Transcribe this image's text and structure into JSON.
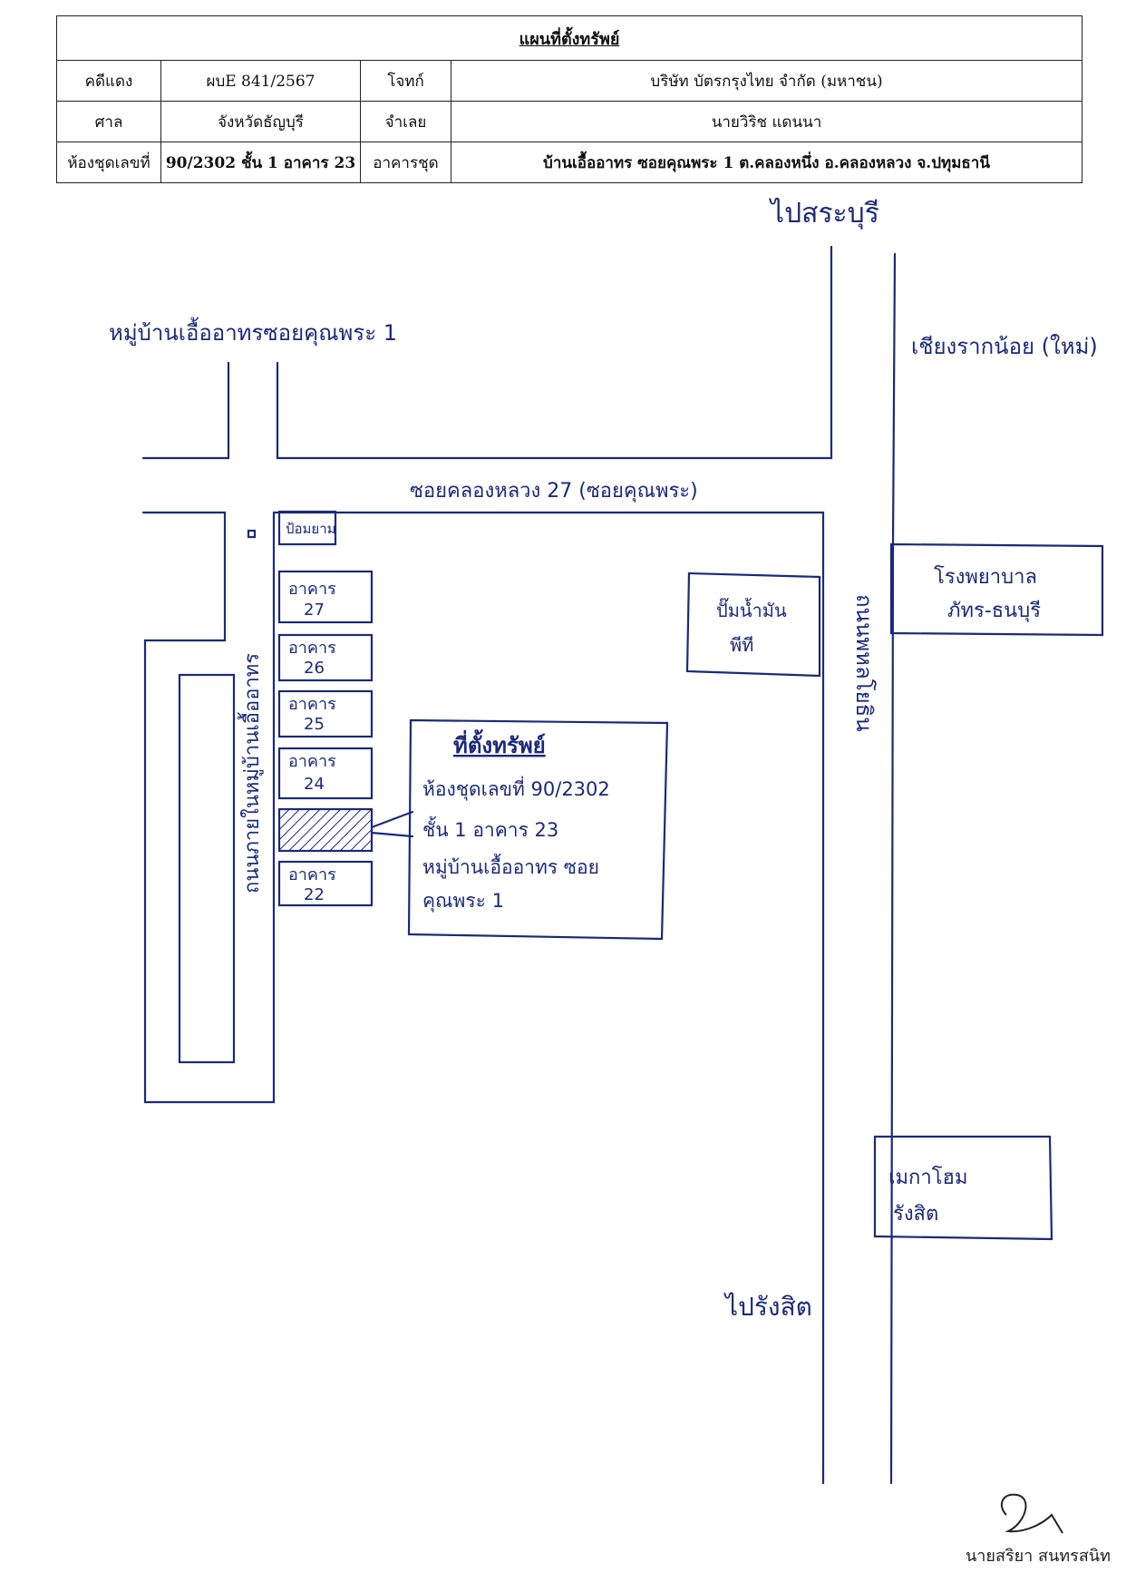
{
  "header": {
    "title": "แผนที่ตั้งทรัพย์",
    "rows": [
      [
        "คดีแดง",
        "ผบE 841/2567",
        "โจทก์",
        "บริษัท บัตรกรุงไทย จำกัด (มหาชน)"
      ],
      [
        "ศาล",
        "จังหวัดธัญบุรี",
        "จำเลย",
        "นายวิริช แดนนา"
      ],
      [
        "ห้องชุดเลขที่",
        "90/2302 ชั้น 1  อาคาร 23",
        "อาคารชุด",
        "บ้านเอื้ออาทร ซอยคุณพระ 1  ต.คลองหนึ่ง  อ.คลองหลวง  จ.ปทุมธานี"
      ]
    ]
  },
  "map": {
    "labels": {
      "to_saraburi": "ไปสระบุรี",
      "project": "หมู่บ้านเอื้ออาทรซอยคุณพระ 1",
      "intersection": "เชียงรากน้อย (ใหม่)",
      "soi": "ซอยคลองหลวง 27 (ซอยคุณพระ)",
      "guardhouse": "ป้อมยาม",
      "project_road": "ถนนภายในหมู่บ้านเอื้ออาทร",
      "hospital_line1": "โรงพยาบาล",
      "hospital_line2": "ภัทร-ธนบุรี",
      "gas_line1": "ปั๊มน้ำมัน",
      "gas_line2": "พีที",
      "highway": "ถนนพหลโยธิน",
      "megahome_line1": "เมกาโฮม",
      "megahome_line2": "รังสิต",
      "to_rangsit": "ไปรังสิต"
    },
    "buildings": [
      {
        "line1": "อาคาร",
        "line2": "27"
      },
      {
        "line1": "อาคาร",
        "line2": "26"
      },
      {
        "line1": "อาคาร",
        "line2": "25"
      },
      {
        "line1": "อาคาร",
        "line2": "24"
      },
      {
        "line1": "อาคาร",
        "line2": "22"
      }
    ],
    "callout": {
      "title": "ที่ตั้งทรัพย์",
      "line1": "ห้องชุดเลขที่ 90/2302",
      "line2": "ชั้น 1  อาคาร 23",
      "line3": "หมู่บ้านเอื้ออาทร ซอย",
      "line4": "คุณพระ 1"
    }
  },
  "signature": {
    "name": "นายสริยา สนทรสนิท"
  },
  "colors": {
    "ink": "#1b2a7a",
    "table_border": "#222222"
  }
}
